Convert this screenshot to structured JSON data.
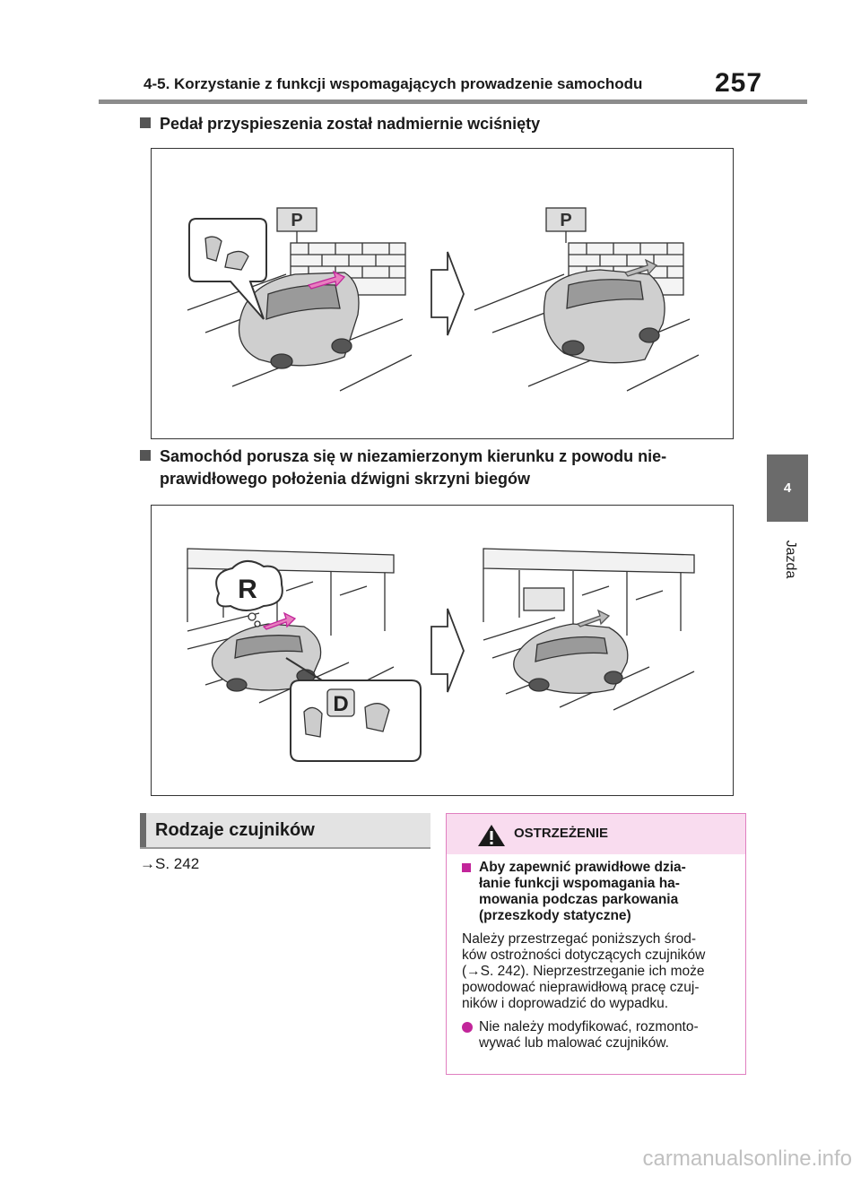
{
  "header": {
    "title": "4-5. Korzystanie z funkcji wspomagających prowadzenie samochodu",
    "page_number": "257"
  },
  "side_tab": {
    "number": "4",
    "label": "Jazda"
  },
  "sections": [
    {
      "heading": "Pedał przyspieszenia został nadmiernie wciśnięty"
    },
    {
      "heading_line1": "Samochód porusza się w niezamierzonym kierunku z powodu nie-",
      "heading_line2": "prawidłowego położenia dźwigni skrzyni biegów"
    }
  ],
  "figures": {
    "fig1": {
      "sign_label": "P"
    },
    "fig2": {
      "gear_r": "R",
      "gear_d": "D"
    }
  },
  "subsection": {
    "title": "Rodzaje czujników",
    "reference": "→S. 242"
  },
  "warning": {
    "title": "OSTRZEŻENIE",
    "sub_line1": "Aby zapewnić prawidłowe dzia-",
    "sub_line2": "łanie funkcji wspomagania ha-",
    "sub_line3": "mowania podczas parkowania",
    "sub_line4": "(przeszkody statyczne)",
    "para_line1": "Należy przestrzegać poniższych środ-",
    "para_line2": "ków ostrożności dotyczących czujników",
    "para_line3": "(→S. 242). Nieprzestrzeganie ich może",
    "para_line4": "powodować nieprawidłową pracę czuj-",
    "para_line5": "ników i doprowadzić do wypadku.",
    "bullet_line1": "Nie należy modyfikować, rozmonto-",
    "bullet_line2": "wywać lub malować czujników.",
    "accent_color": "#c2259a",
    "header_bg": "#f9dcef"
  },
  "watermark": "carmanualsonline.info"
}
